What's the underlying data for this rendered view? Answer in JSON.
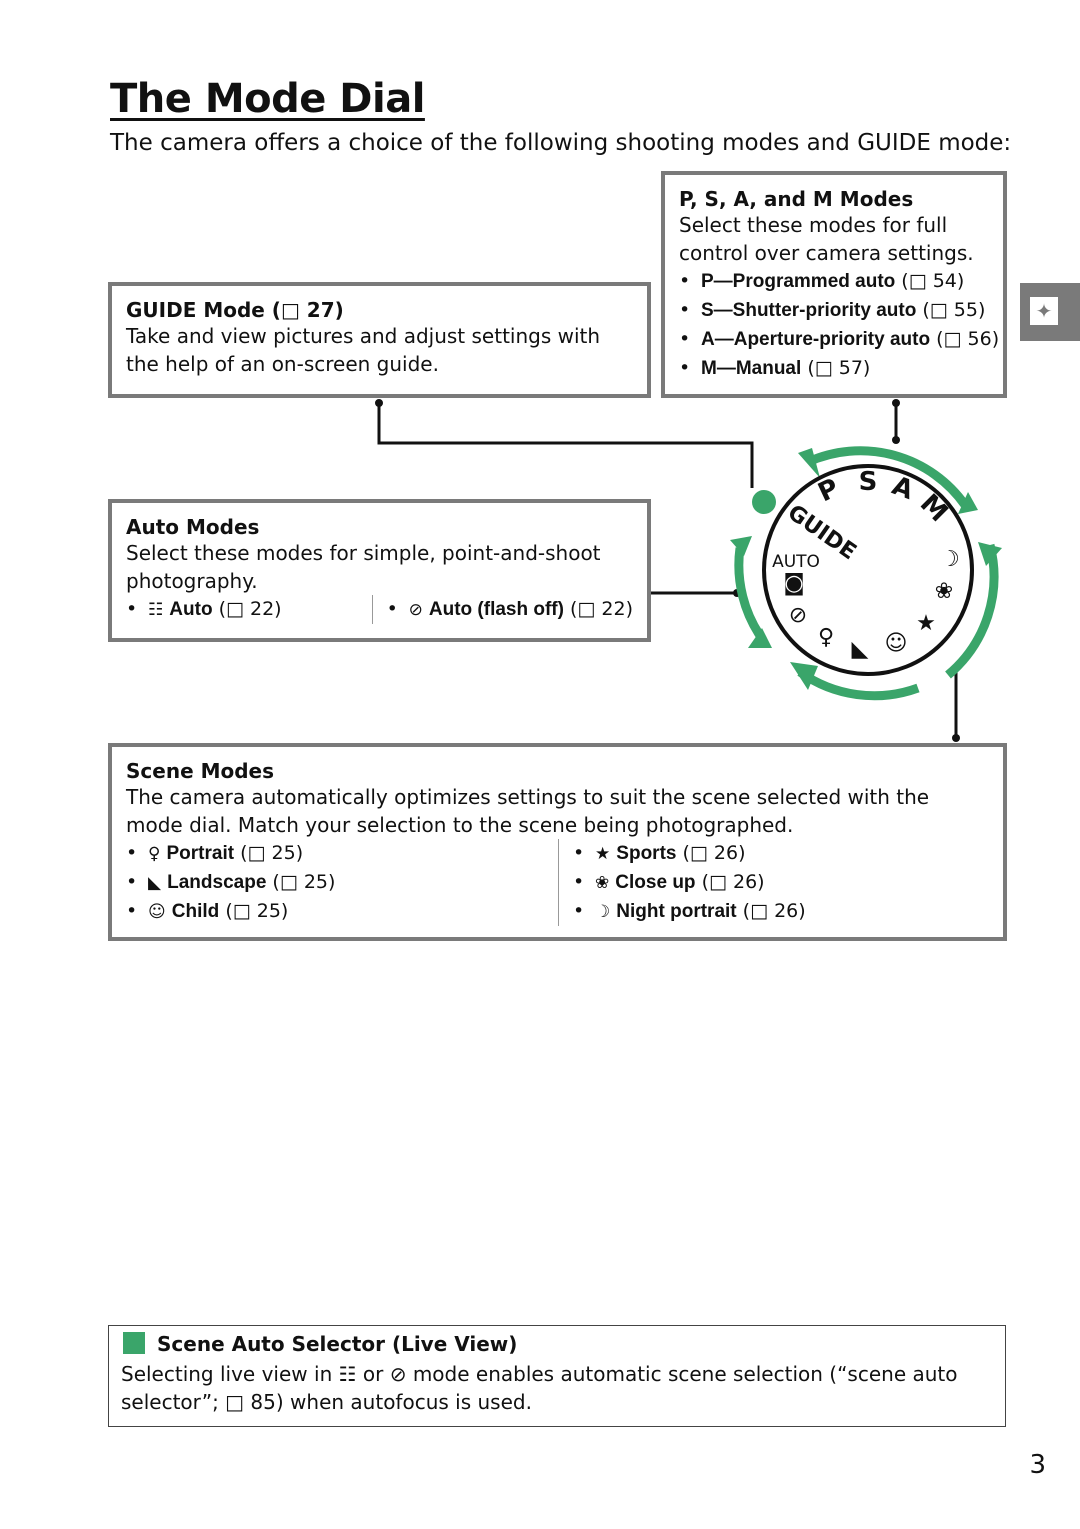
{
  "page": {
    "title": "The Mode Dial",
    "intro": "The camera offers a choice of the following shooting modes and GUIDE mode:",
    "page_number": "3"
  },
  "side_tab": {
    "icon": "camera-tab-icon",
    "color": "#7a7a7a"
  },
  "guide_box": {
    "heading": "GUIDE Mode (□ 27)",
    "text": "Take and view pictures and adjust settings with the help of an on-screen guide."
  },
  "psam_box": {
    "heading": "P, S, A, and M Modes",
    "text": "Select these modes for full control over camera settings.",
    "items": [
      {
        "label": "P—Programmed auto",
        "ref": " (□ 54)"
      },
      {
        "label": "S—Shutter-priority auto",
        "ref": " (□ 55)"
      },
      {
        "label": "A—Aperture-priority auto",
        "ref": " (□ 56)"
      },
      {
        "label": "M—Manual",
        "ref": " (□ 57)"
      }
    ]
  },
  "auto_box": {
    "heading": "Auto Modes",
    "text": "Select these modes for simple, point-and-shoot photography.",
    "items": [
      {
        "icon": "☷",
        "label": "Auto",
        "ref": " (□ 22)"
      },
      {
        "icon": "⊘",
        "label": "Auto (flash off)",
        "ref": " (□ 22)"
      }
    ]
  },
  "scene_box": {
    "heading": "Scene Modes",
    "text": "The camera automatically optimizes settings to suit the scene selected with the mode dial. Match your selection to the scene being photographed.",
    "left_items": [
      {
        "icon": "♀",
        "label": "Portrait",
        "ref": " (□ 25)"
      },
      {
        "icon": "◣",
        "label": "Landscape",
        "ref": " (□ 25)"
      },
      {
        "icon": "☺",
        "label": "Child",
        "ref": " (□ 25)"
      }
    ],
    "right_items": [
      {
        "icon": "★",
        "label": "Sports",
        "ref": " (□ 26)"
      },
      {
        "icon": "❀",
        "label": "Close up",
        "ref": " (□ 26)"
      },
      {
        "icon": "☽",
        "label": "Night portrait",
        "ref": " (□ 26)"
      }
    ]
  },
  "dial": {
    "letters": [
      "P",
      "S",
      "A",
      "M"
    ],
    "guide_label": "GUIDE",
    "auto_label": "AUTO",
    "arrow_color": "#3aa56a"
  },
  "note": {
    "heading": "Scene Auto Selector (Live View)",
    "text": "Selecting live view in ☷ or ⊘ mode enables automatic scene selection (“scene auto selector”; □ 85) when autofocus is used.",
    "icon_color": "#3aa56a"
  }
}
